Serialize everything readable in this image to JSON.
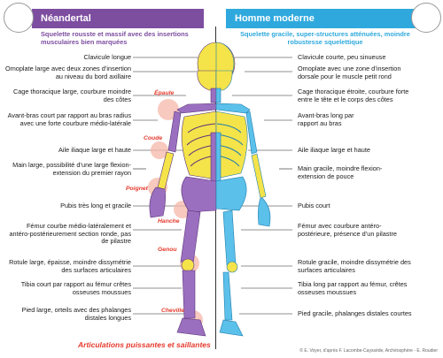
{
  "left": {
    "title": "Néandertal",
    "subtitle": "Squelette rousste et massif avec des insertions musculaires bien marquées",
    "labels": [
      "Clavicule longue",
      "Omoplate large avec deux zones d’insertion au niveau du bord axillaire",
      "Cage thoracique large, courbure moindre des côtes",
      "Avant-bras court par rapport au bras radius avec une forte courbure médio-latérale",
      "Aile iliaque large et haute",
      "Main large, possibilité d’une large flexion-extension du premier rayon",
      "Pubis très long et gracile",
      "Fémur courbe médio-latéralement et antéro-postérieurement section ronde, pas de pilastre",
      "Rotule large, épaisse, moindre dissymétrie des surfaces articulaires",
      "Tibia court par rapport au fémur crêtes osseuses moussues",
      "Pied large, orteils avec des phalanges distales longues"
    ],
    "joints": [
      "Épaule",
      "Coude",
      "Poignet",
      "Hanche",
      "Genou",
      "Cheville"
    ]
  },
  "right": {
    "title": "Homme moderne",
    "subtitle": "Squelette gracile, super-structures atténuées, moindre robustesse squelettique",
    "labels": [
      "Clavicule courte, peu sinueuse",
      "Omoplate avec une zone d’insertion dorsale pour le muscle petit rond",
      "Cage thoracique étroite, courbure forte entre le tête et le corps des côtes",
      "Avant-bras long par rapport au bras",
      "Aile iliaque large et haute",
      "Main gracile, moindre flexion-extension de pouce",
      "Pubis court",
      "Fémur avec courbure antéro-postérieure, présence d’un pilastre",
      "Rotule gracile, moindre dissymétrie des surfaces articulaires",
      "Tibia long par rapport au fémur, crêtes osseuses moussues",
      "Pied gracile, phalanges distales courtes"
    ]
  },
  "footer_title": "Articulations puissantes et saillantes",
  "credit": "© E. Voyer, d’après F. Lacombe-Cayssède, Archéosphère - E. Roudier",
  "colors": {
    "neandertal": "#7d4da0",
    "modern": "#2fa9dd",
    "joint": "#e5382b",
    "bone_yellow": "#f5e34a"
  }
}
